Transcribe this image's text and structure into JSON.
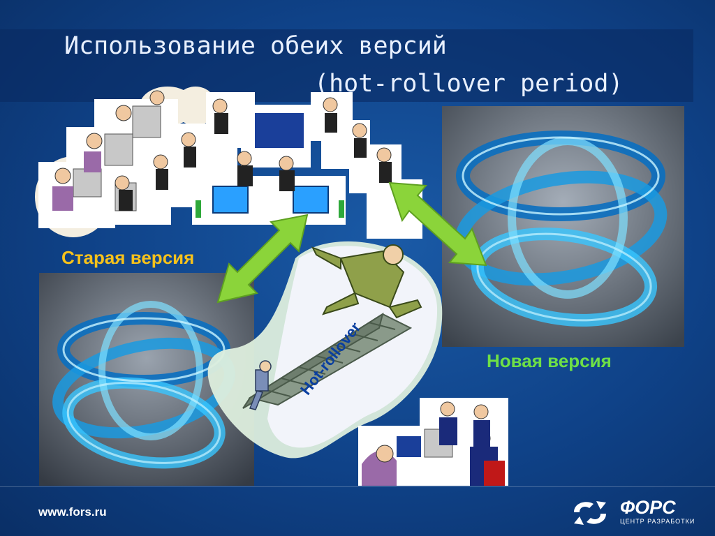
{
  "title": {
    "line1": "Использование обеих версий",
    "line2": "(hot-rollover period)"
  },
  "labels": {
    "old_version": "Старая версия",
    "new_version": "Новая версия",
    "hot_rollover": "Hot-rollover"
  },
  "footer": {
    "url": "www.fors.ru",
    "logo_name": "ФОРС",
    "logo_subtitle": "ЦЕНТР РАЗРАБОТКИ"
  },
  "colors": {
    "background": "#0f4288",
    "old_label": "#f7c21b",
    "new_label": "#6ee046",
    "arrow": "#8bd43a",
    "hot_text": "#0a3fa0"
  },
  "icons": [
    "users-collage-icon",
    "old-version-knot-icon",
    "new-version-knot-icon",
    "stairs-climber-icon",
    "team-icon",
    "double-arrow-icon",
    "fors-logo-icon"
  ]
}
